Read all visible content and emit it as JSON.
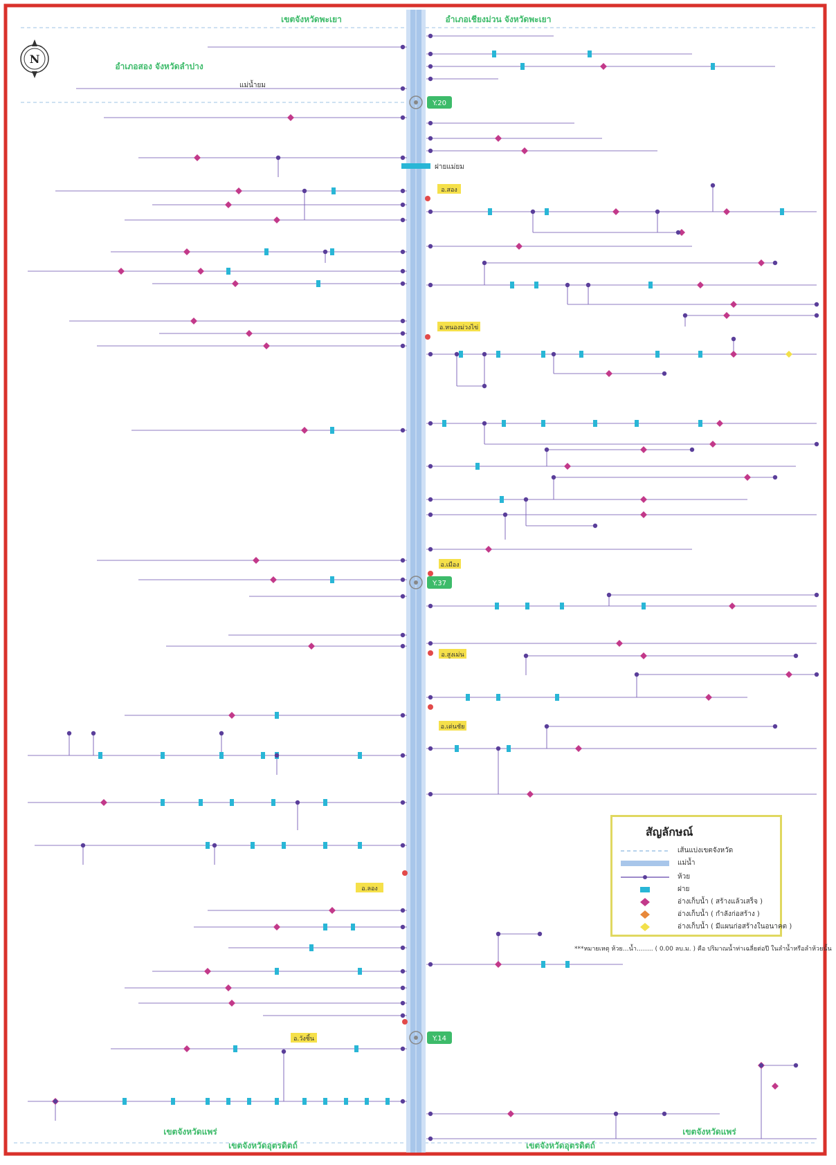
{
  "header": {
    "top_center_label": "เขตจังหวัดพะเยา",
    "top_right_label": "อำเภอเชียงม่วน  จังหวัดพะเยา",
    "left_region_label": "อำเภอสอง  จังหวัดลำปาง",
    "bottom_left_label": "เขตจังหวัดแพร่",
    "bottom_center_label": "เขตจังหวัดอุตรดิตถ์",
    "bottom_right_label": "เขตจังหวัดแพร่",
    "compass_letter": "N"
  },
  "main_river": {
    "label_upper": "แม่น้ำยม"
  },
  "station_labels": {
    "s1": "Y.20",
    "s2": "Y.37",
    "s3": "Y.14",
    "weir": "ฝายแม่ยม"
  },
  "yellow_tags": [
    "อ.สอง",
    "อ.หนองม่วงไข่",
    "อ.เมือง",
    "อ.สูงเม่น",
    "อ.เด่นชัย",
    "อ.ลอง",
    "อ.วังชิ้น"
  ],
  "legend": {
    "title": "สัญลักษณ์",
    "items": [
      {
        "icon": "boundary-line",
        "label": "เส้นแบ่งเขตจังหวัด",
        "color": "#9dc3e6"
      },
      {
        "icon": "river-band",
        "label": "แม่น้ำ",
        "color": "#a8c6ea"
      },
      {
        "icon": "creek-line",
        "label": "ห้วย",
        "color": "#7b62b8"
      },
      {
        "icon": "weir-symbol",
        "label": "ฝาย",
        "color": "#29b6d6"
      },
      {
        "icon": "reservoir-built",
        "label": "อ่างเก็บน้ำ ( สร้างแล้วเสร็จ )",
        "color": "#c2398a"
      },
      {
        "icon": "reservoir-building",
        "label": "อ่างเก็บน้ำ ( กำลังก่อสร้าง )",
        "color": "#e8883a"
      },
      {
        "icon": "reservoir-planned",
        "label": "อ่างเก็บน้ำ ( มีแผนก่อสร้างในอนาคต )",
        "color": "#f2e04a"
      }
    ]
  },
  "note": "***หมายเหตุ  ห้วย…น้ำ…….. ( 0.00 ลบ.ม. ) คือ ปริมาณน้ำท่าเฉลี่ยต่อปี ในลำน้ำหรือลำห้วยนั้น",
  "colors": {
    "frame": "#d9312b",
    "river": "#a8c6ea",
    "creek": "#7b62b8",
    "weir": "#29b6d6",
    "reservoir": "#c2398a",
    "region_label": "#3dbb6a",
    "station": "#3dbb6a",
    "tag": "#f5e04a"
  }
}
